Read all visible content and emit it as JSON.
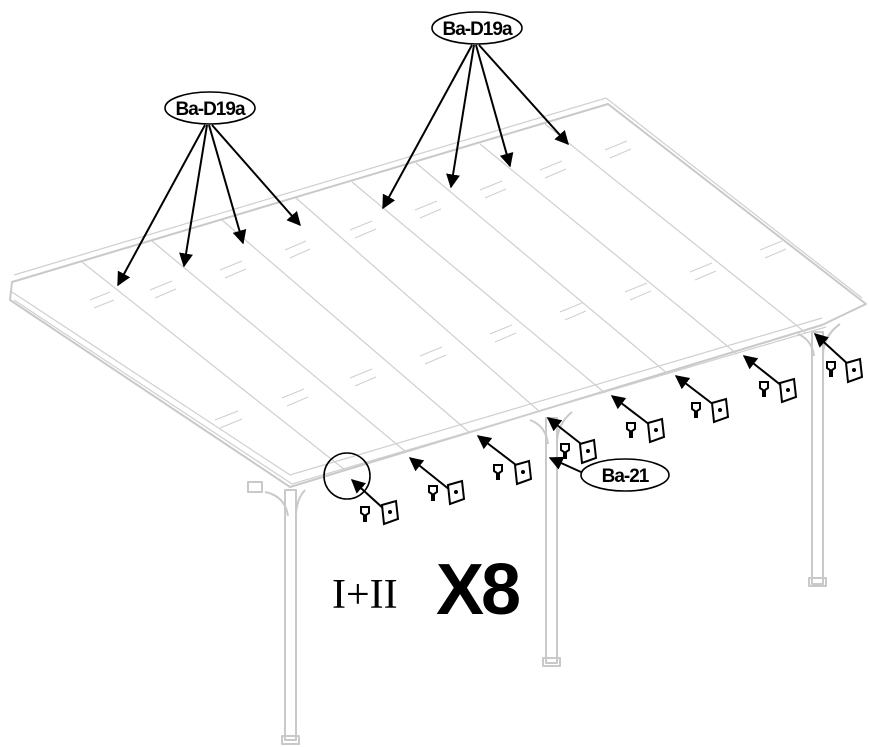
{
  "callouts": {
    "left_top": "Ba-D19a",
    "right_top": "Ba-D19a",
    "fastener": "Ba-21"
  },
  "quantity": {
    "label": "I+II",
    "multiplier": "X8"
  },
  "colors": {
    "line_art": "#000000",
    "structure": "#c9c9c9"
  }
}
